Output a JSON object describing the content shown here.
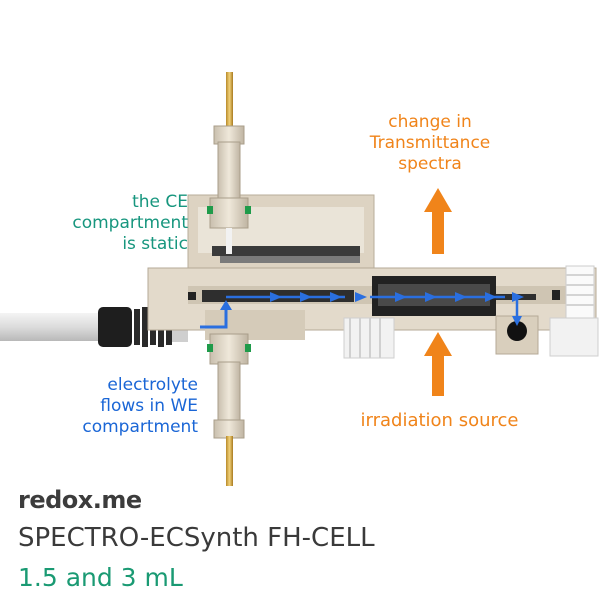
{
  "labels": {
    "ce_compartment": [
      "the CE",
      "compartment",
      "is static"
    ],
    "flow": [
      "electrolyte",
      "flows in WE",
      "compartment"
    ],
    "transmittance": [
      "change in",
      "Transmittance",
      "spectra"
    ],
    "irradiation": "irradiation source"
  },
  "footer": {
    "brand": "redox.me",
    "product": "SPECTRO-ECSynth FH-CELL",
    "volume": "1.5 and 3 mL"
  },
  "colors": {
    "ce_text": "#17967e",
    "flow_text": "#1a66d6",
    "orange": "#f0841a",
    "cell_body": "#ddd3c2",
    "flow_arrow": "#2a6fe0"
  }
}
